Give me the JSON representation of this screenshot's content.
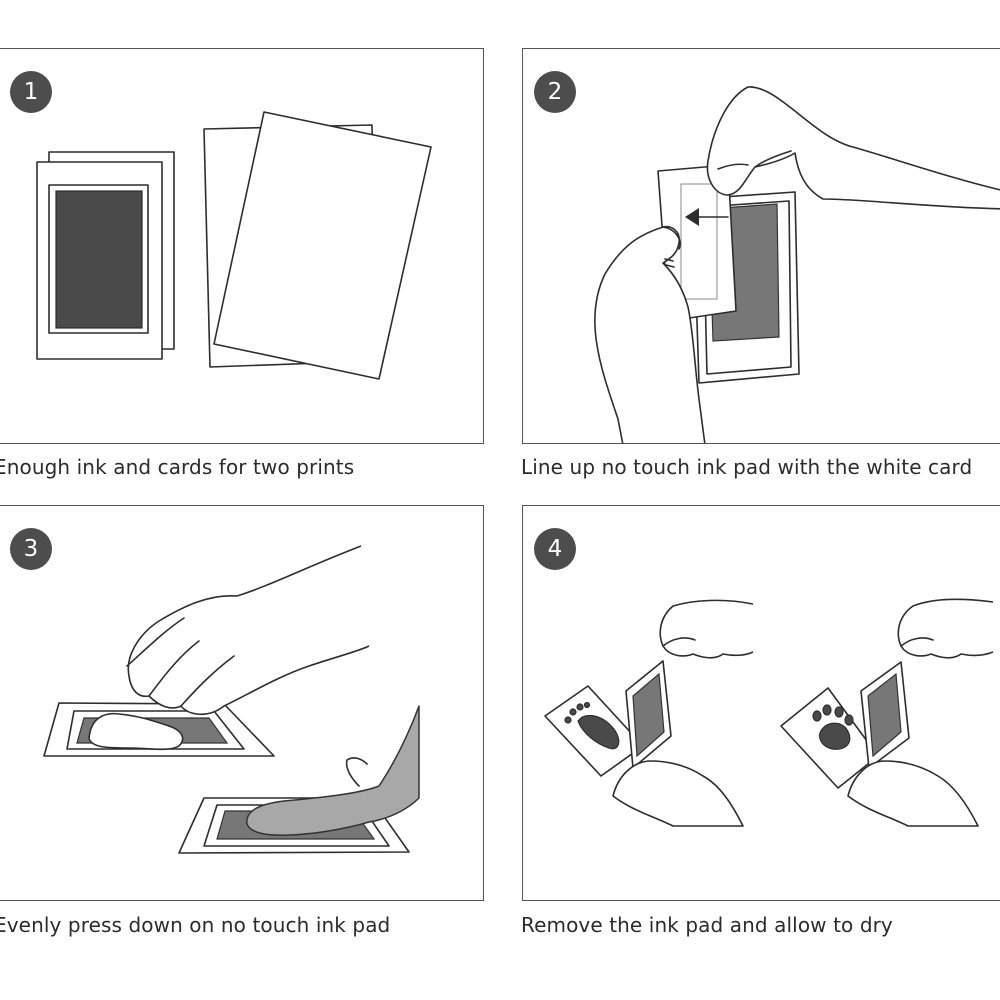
{
  "steps": [
    {
      "number": "1",
      "caption": "Enough ink and cards for two prints"
    },
    {
      "number": "2",
      "caption": "Line up no touch ink pad with the white card"
    },
    {
      "number": "3",
      "caption": "Evenly press down on no touch ink pad"
    },
    {
      "number": "4",
      "caption": "Remove the ink pad and allow to dry"
    }
  ],
  "colors": {
    "badge": "#4d4d4d",
    "ink": "#4a4a4a",
    "paw": "#a8a8a8",
    "border": "#555555"
  }
}
